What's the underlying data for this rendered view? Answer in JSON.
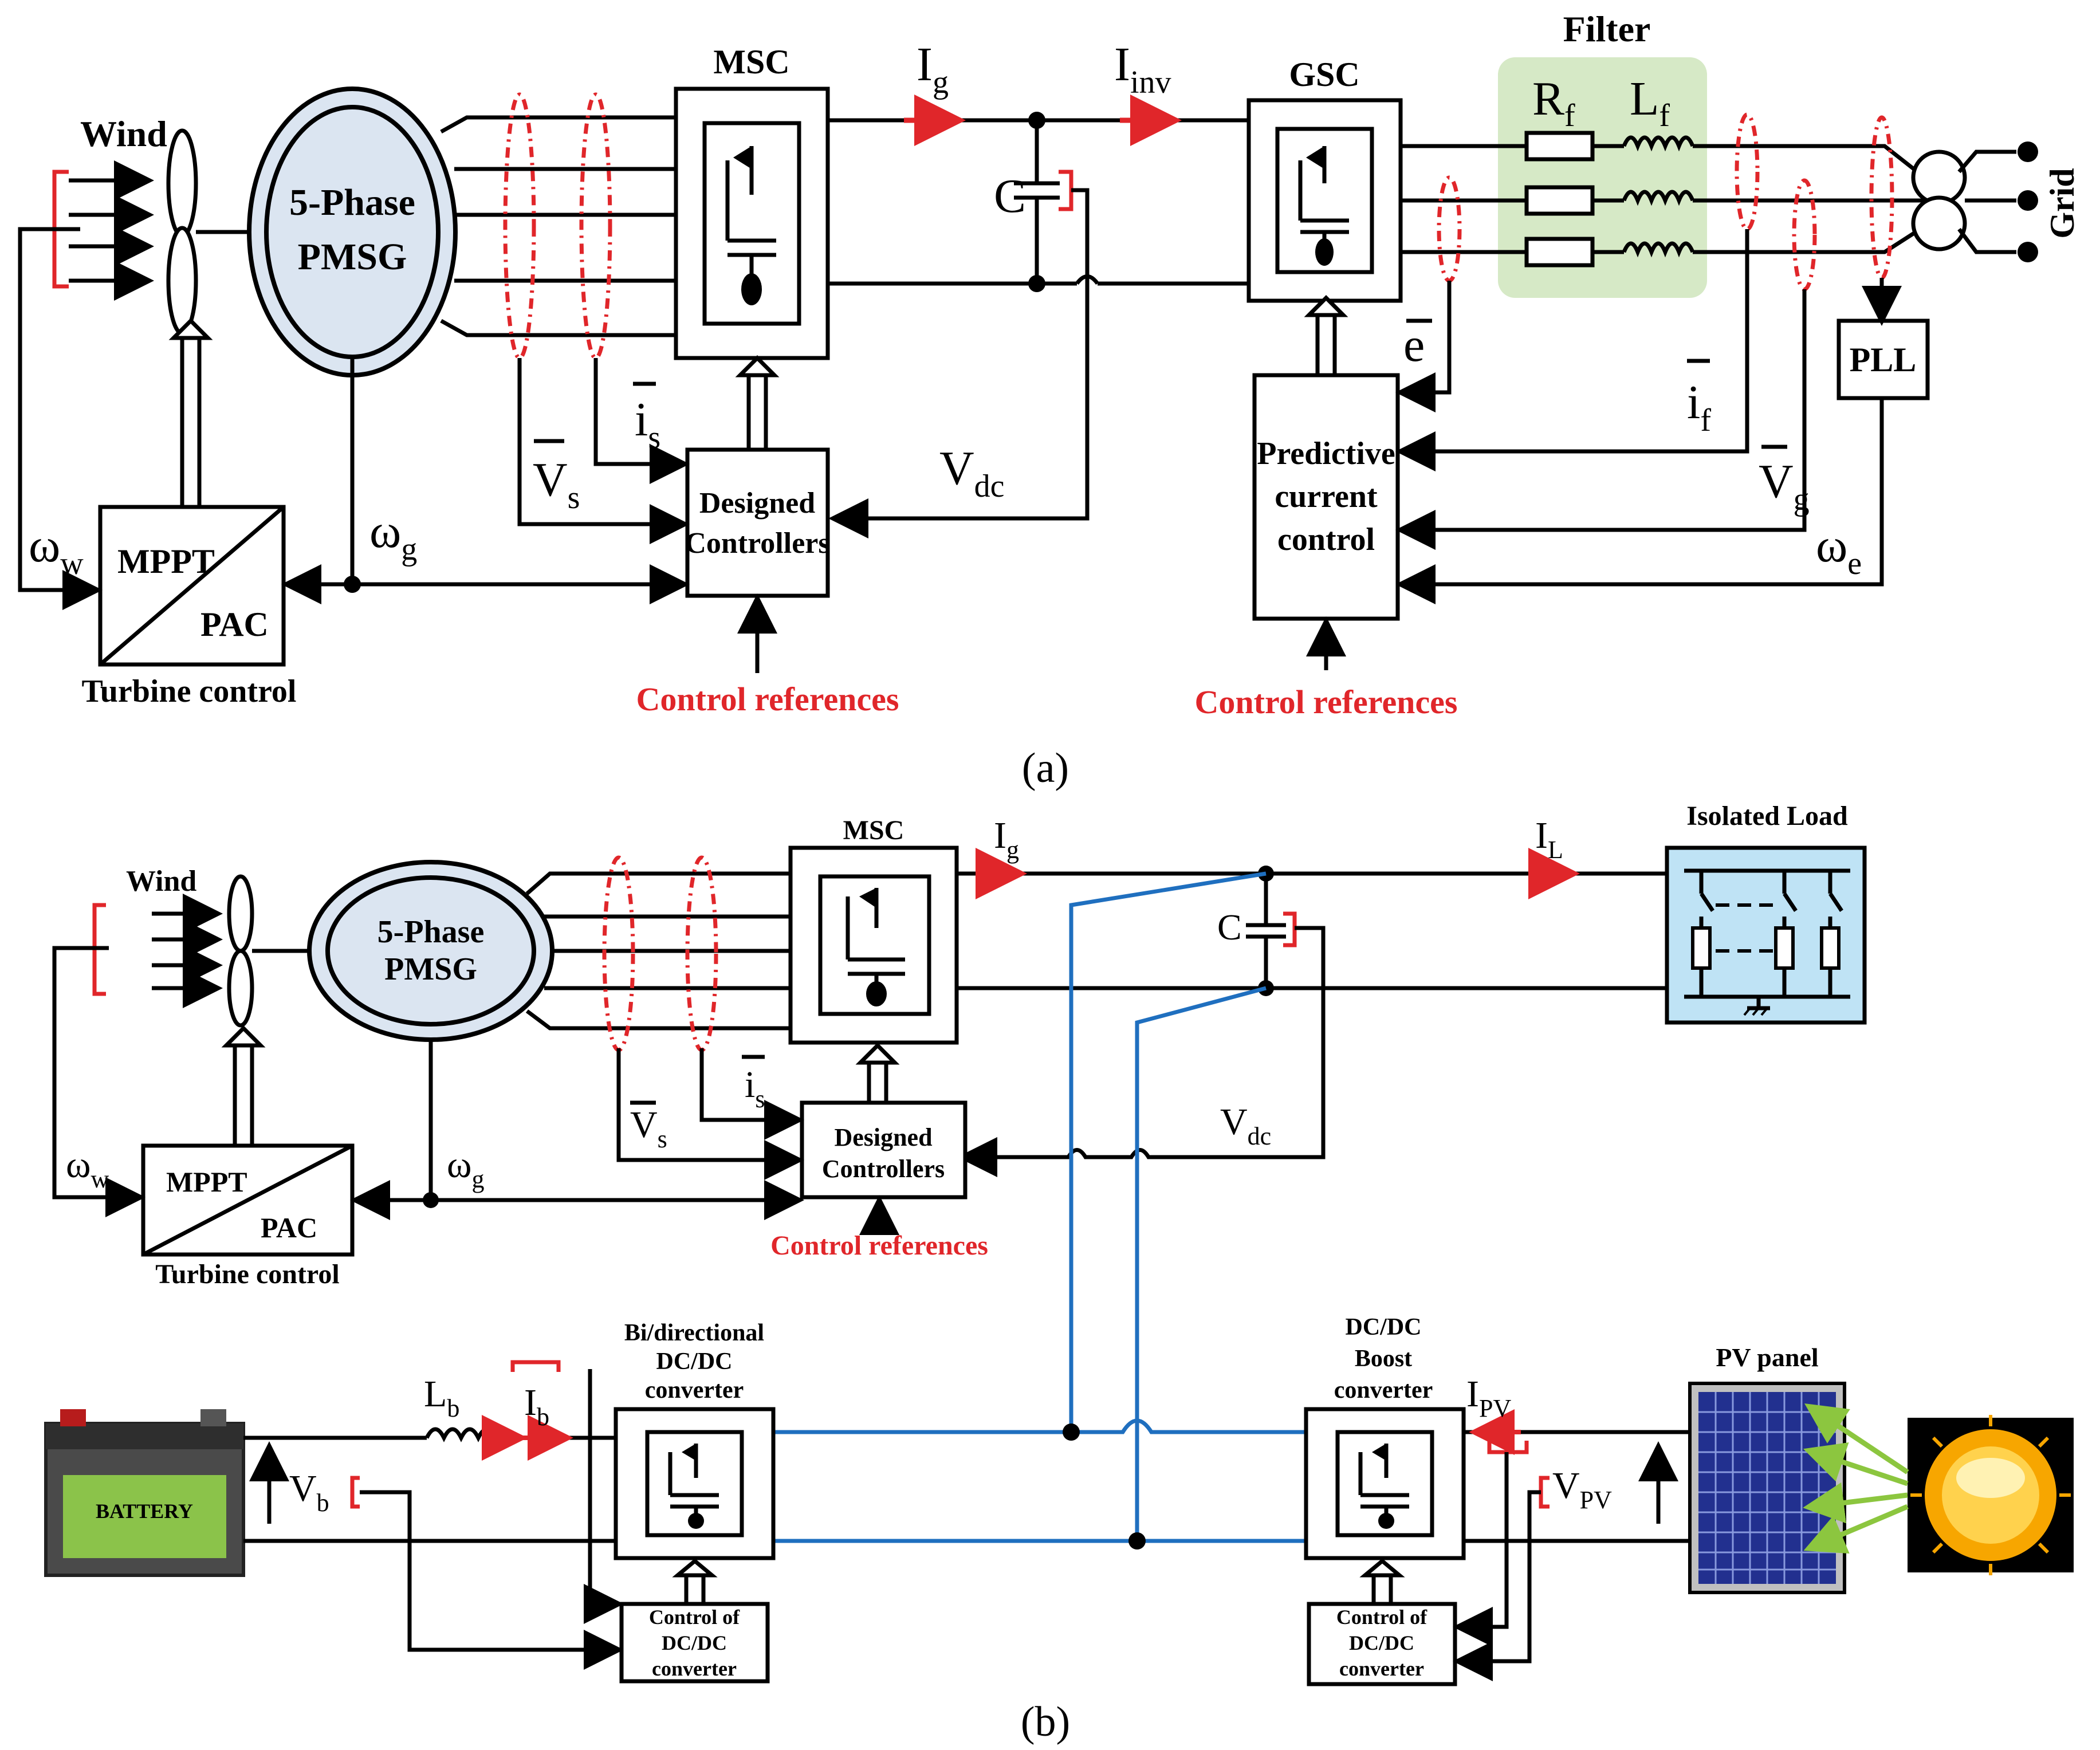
{
  "labels": {
    "wind": "Wind",
    "pmsg_line1": "5-Phase",
    "pmsg_line2": "PMSG",
    "msc": "MSC",
    "gsc": "GSC",
    "filter": "Filter",
    "grid": "Grid",
    "pll": "PLL",
    "mppt": "MPPT",
    "pac": "PAC",
    "turbine_control": "Turbine control",
    "designed_controllers_1": "Designed",
    "designed_controllers_2": "Controllers",
    "predictive_1": "Predictive",
    "predictive_2": "current",
    "predictive_3": "control",
    "control_references": "Control references",
    "caption_a": "(a)",
    "caption_b": "(b)",
    "isolated_load": "Isolated Load",
    "bidirectional_1": "Bi/directional",
    "bidirectional_2": "DC/DC",
    "bidirectional_3": "converter",
    "boost_1": "DC/DC",
    "boost_2": "Boost",
    "boost_3": "converter",
    "pv_panel": "PV panel",
    "ctrl_dcdc_1": "Control of",
    "ctrl_dcdc_2": "DC/DC",
    "ctrl_dcdc_3": "converter",
    "battery": "BATTERY"
  },
  "symbols": {
    "Ig": {
      "main": "I",
      "sub": "g"
    },
    "Iinv": {
      "main": "I",
      "sub": "inv"
    },
    "C": {
      "main": "C"
    },
    "Rf": {
      "main": "R",
      "sub": "f"
    },
    "Lf": {
      "main": "L",
      "sub": "f"
    },
    "e": {
      "main": "e"
    },
    "if": {
      "main": "i",
      "sub": "f"
    },
    "Vg": {
      "main": "V",
      "sub": "g"
    },
    "we": {
      "main": "ω",
      "sub": "e"
    },
    "ww": {
      "main": "ω",
      "sub": "w"
    },
    "wg": {
      "main": "ω",
      "sub": "g"
    },
    "is": {
      "main": "i",
      "sub": "s"
    },
    "Vs": {
      "main": "V",
      "sub": "s"
    },
    "Vdc": {
      "main": "V",
      "sub": "dc"
    },
    "IL": {
      "main": "I",
      "sub": "L"
    },
    "Lb": {
      "main": "L",
      "sub": "b"
    },
    "Ib": {
      "main": "I",
      "sub": "b"
    },
    "Vb": {
      "main": "V",
      "sub": "b"
    },
    "IPV": {
      "main": "I",
      "sub": "PV"
    },
    "VPV": {
      "main": "V",
      "sub": "PV"
    }
  },
  "colors": {
    "red": "#e0262a",
    "blue": "#1f6fbf",
    "filter_bg": "#d6e9c6",
    "pmsg_fill": "#dbe5f1",
    "load_fill": "#bfe3f5"
  }
}
